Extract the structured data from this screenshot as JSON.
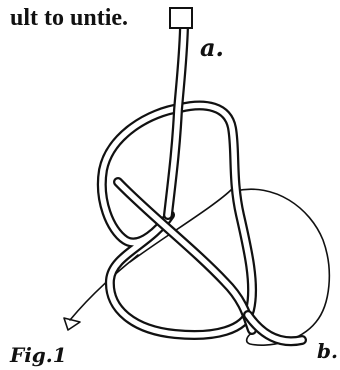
{
  "caption": {
    "text": "ult to untie."
  },
  "figure": {
    "label_a": "a.",
    "label_b": "b.",
    "fig_label": "Fig.1"
  },
  "colors": {
    "ink": "#111111",
    "paper": "#ffffff"
  }
}
